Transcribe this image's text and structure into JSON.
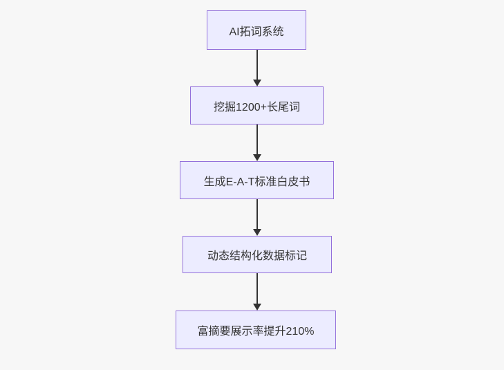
{
  "diagram": {
    "type": "flowchart",
    "direction": "top-down",
    "nodes": [
      {
        "id": "A",
        "label": "AI拓词系统"
      },
      {
        "id": "B",
        "label": "挖掘1200+长尾词"
      },
      {
        "id": "C",
        "label": "生成E-A-T标准白皮书"
      },
      {
        "id": "D",
        "label": "动态结构化数据标记"
      },
      {
        "id": "E",
        "label": "富摘要展示率提升210%"
      }
    ],
    "edges": [
      {
        "from": "AI拓词系统",
        "to": "挖掘1200+长尾词"
      },
      {
        "from": "挖掘1200+长尾词",
        "to": "生成E-A-T标准白皮书"
      },
      {
        "from": "生成E-A-T标准白皮书",
        "to": "动态结构化数据标记"
      },
      {
        "from": "动态结构化数据标记",
        "to": "富摘要展示率提升210%"
      }
    ]
  },
  "theme": {
    "canvas_bg": "#f7f7f7",
    "node_fill": "#ececff",
    "node_border": "#9370db",
    "node_text": "#333333",
    "edge_color": "#333333"
  }
}
